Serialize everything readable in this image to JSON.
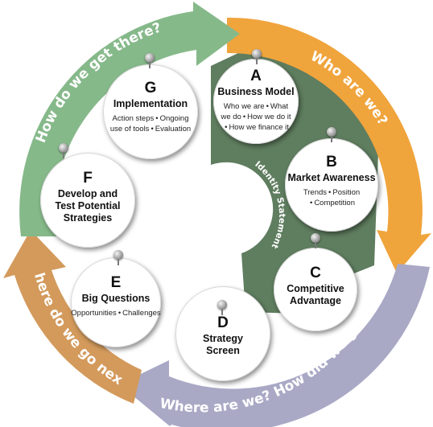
{
  "arrows": {
    "who": {
      "label": "Who are we?",
      "color": "#f0a43c"
    },
    "where": {
      "label": "Where are we? How did we get here?",
      "color": "#a9a9c6"
    },
    "next": {
      "label": "Where do we go next?",
      "color": "#d39a5c"
    },
    "how": {
      "label": "How do we get there?",
      "color": "#86b98a"
    }
  },
  "identity": {
    "label": "Identity Statement",
    "color": "#5f7d5f"
  },
  "steps": [
    {
      "letter": "A",
      "title": "Business Model",
      "desc_lines": [
        [
          "Who we are",
          "What"
        ],
        [
          "we do",
          "How we do it"
        ],
        [
          "How we finance it"
        ]
      ]
    },
    {
      "letter": "B",
      "title": "Market Awareness",
      "desc_lines": [
        [
          "Trends",
          "Position"
        ],
        [
          "Competition"
        ]
      ]
    },
    {
      "letter": "C",
      "title_lines": [
        "Competitive",
        "Advantage"
      ]
    },
    {
      "letter": "D",
      "title_lines": [
        "Strategy",
        "Screen"
      ]
    },
    {
      "letter": "E",
      "title": "Big Questions",
      "desc_lines": [
        [
          "Opportunities",
          "Challenges"
        ]
      ]
    },
    {
      "letter": "F",
      "title_lines": [
        "Develop and",
        "Test Potential",
        "Strategies"
      ]
    },
    {
      "letter": "G",
      "title": "Implementation",
      "desc_lines": [
        [
          "Action steps",
          "Ongoing"
        ],
        [
          "use of tools",
          "Evaluation"
        ]
      ]
    }
  ],
  "bullet": "•"
}
